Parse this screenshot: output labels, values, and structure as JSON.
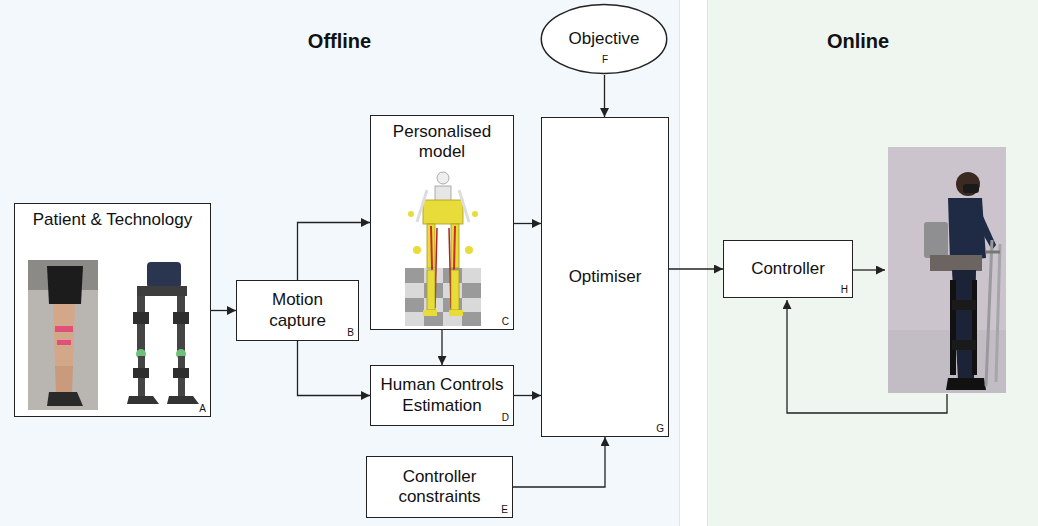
{
  "diagram": {
    "nodes": [
      {
        "text": [
          "Offline"
        ]
      },
      {
        "text": [
          "Patient & Technology",
          "A"
        ],
        "in": 0
      },
      {
        "text": [
          "Motion capture",
          "B"
        ],
        "in": 0
      },
      {
        "text": [
          "Personalised model",
          "C"
        ],
        "in": 0
      },
      {
        "text": [
          "Human Controls Estimation",
          "D"
        ],
        "in": 0
      },
      {
        "text": [
          "Controller constraints",
          "E"
        ],
        "in": 0
      },
      {
        "text": [
          "Objective",
          "F"
        ],
        "in": 0
      },
      {
        "text": [
          "Optimiser",
          "G"
        ],
        "in": 0
      },
      {
        "text": [
          "Online"
        ]
      },
      {
        "text": [
          "Controller",
          "H"
        ],
        "in": 8
      }
    ],
    "edges": [
      {
        "from": 1,
        "to": 2,
        "arrow": "to"
      },
      {
        "from": 2,
        "to": 3,
        "arrow": "to"
      },
      {
        "from": 2,
        "to": 4,
        "arrow": "to"
      },
      {
        "from": 3,
        "to": 4,
        "arrow": "to"
      },
      {
        "from": 3,
        "to": 7,
        "arrow": "to"
      },
      {
        "from": 4,
        "to": 7,
        "arrow": "to"
      },
      {
        "from": 5,
        "to": 7,
        "arrow": "to"
      },
      {
        "from": 6,
        "to": 7,
        "arrow": "to"
      },
      {
        "from": 7,
        "to": 9,
        "arrow": "to"
      }
    ]
  }
}
